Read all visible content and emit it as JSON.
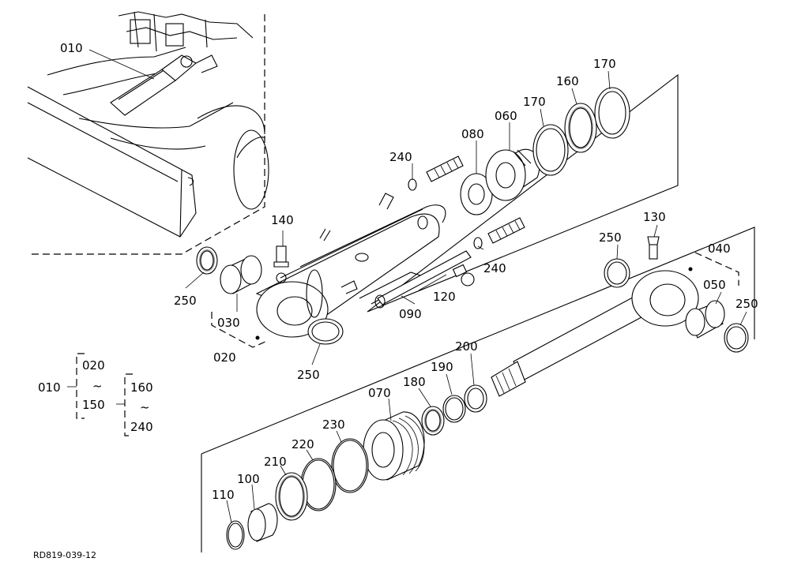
{
  "diagram": {
    "drawing_code": "RD819-039-12",
    "parts": [
      {
        "id": "p010",
        "label": "010"
      },
      {
        "id": "p020",
        "label": "020"
      },
      {
        "id": "p030",
        "label": "030"
      },
      {
        "id": "p040",
        "label": "040"
      },
      {
        "id": "p050",
        "label": "050"
      },
      {
        "id": "p060",
        "label": "060"
      },
      {
        "id": "p070",
        "label": "070"
      },
      {
        "id": "p080",
        "label": "080"
      },
      {
        "id": "p090",
        "label": "090"
      },
      {
        "id": "p100",
        "label": "100"
      },
      {
        "id": "p110",
        "label": "110"
      },
      {
        "id": "p120",
        "label": "120"
      },
      {
        "id": "p130",
        "label": "130"
      },
      {
        "id": "p140",
        "label": "140"
      },
      {
        "id": "p160",
        "label": "160"
      },
      {
        "id": "p170a",
        "label": "170"
      },
      {
        "id": "p170b",
        "label": "170"
      },
      {
        "id": "p180",
        "label": "180"
      },
      {
        "id": "p190",
        "label": "190"
      },
      {
        "id": "p200",
        "label": "200"
      },
      {
        "id": "p210",
        "label": "210"
      },
      {
        "id": "p220",
        "label": "220"
      },
      {
        "id": "p230",
        "label": "230"
      },
      {
        "id": "p240a",
        "label": "240"
      },
      {
        "id": "p240b",
        "label": "240"
      },
      {
        "id": "p250a",
        "label": "250"
      },
      {
        "id": "p250b",
        "label": "250"
      },
      {
        "id": "p250c",
        "label": "250"
      },
      {
        "id": "p250d",
        "label": "250"
      }
    ],
    "legend": {
      "root": "010",
      "group1_start": "020",
      "group1_end": "150",
      "group2_start": "160",
      "group2_end": "240",
      "range_symbol": "~"
    }
  }
}
